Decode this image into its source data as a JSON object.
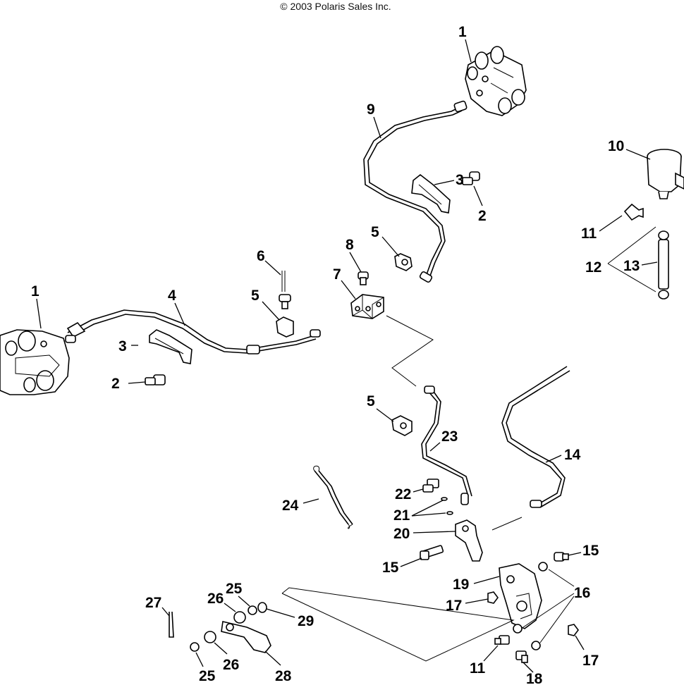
{
  "copyright": "© 2003 Polaris Sales Inc.",
  "labels": {
    "l1a": "1",
    "l1b": "1",
    "l2a": "2",
    "l2b": "2",
    "l3a": "3",
    "l3b": "3",
    "l4": "4",
    "l5a": "5",
    "l5b": "5",
    "l5c": "5",
    "l6": "6",
    "l7": "7",
    "l8": "8",
    "l9": "9",
    "l10": "10",
    "l11a": "11",
    "l11b": "11",
    "l12": "12",
    "l13": "13",
    "l14": "14",
    "l15a": "15",
    "l15b": "15",
    "l16": "16",
    "l17a": "17",
    "l17b": "17",
    "l18": "18",
    "l19": "19",
    "l20": "20",
    "l21": "21",
    "l22": "22",
    "l23": "23",
    "l24": "24",
    "l25a": "25",
    "l25b": "25",
    "l26a": "26",
    "l26b": "26",
    "l27": "27",
    "l28": "28",
    "l29": "29"
  }
}
